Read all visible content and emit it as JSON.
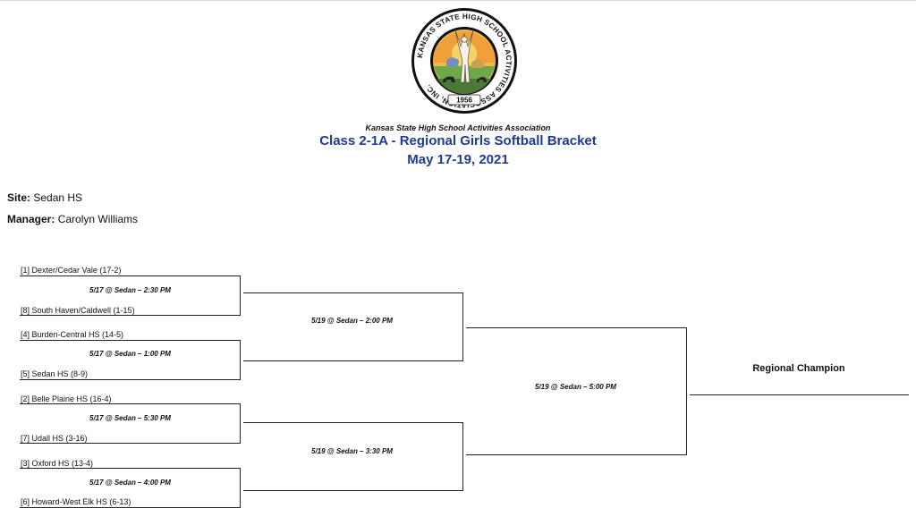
{
  "header": {
    "seal_text_top": "KANSAS STATE HIGH SCHOOL ACTIVITIES ASSOCIATION, INC.",
    "seal_year": "1956",
    "organization": "Kansas State High School Activities Association",
    "title": "Class 2-1A - Regional Girls Softball Bracket",
    "dates": "May 17-19, 2021"
  },
  "info": {
    "site_label": "Site:",
    "site_value": "Sedan HS",
    "manager_label": "Manager:",
    "manager_value": "Carolyn Williams"
  },
  "bracket": {
    "teams": [
      "[1] Dexter/Cedar Vale   (17-2)",
      "[8] South Haven/Caldwell  (1-15)",
      "[4] Burden-Central HS   (14-5)",
      "[5] Sedan HS  (8-9)",
      "[2] Belle Plaine HS   (16-4)",
      "[7] Udall HS  (3-16)",
      "[3] Oxford HS   (13-4)",
      "[6] Howard-West Elk HS  (6-13)"
    ],
    "round1": [
      "5/17 @ Sedan – 2:30 PM",
      "5/17 @ Sedan – 1:00 PM",
      "5/17 @ Sedan – 5:30 PM",
      "5/17 @ Sedan – 4:00 PM"
    ],
    "round2": [
      "5/19 @ Sedan – 2:00 PM",
      "5/19 @ Sedan – 3:30 PM"
    ],
    "final": "5/19 @ Sedan – 5:00 PM",
    "champion_label": "Regional Champion"
  },
  "colors": {
    "title": "#1f3a93",
    "lines": "#222222"
  }
}
